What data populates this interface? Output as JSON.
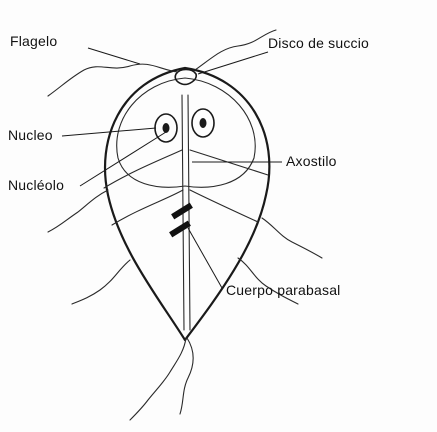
{
  "diagram": {
    "labels": {
      "flagelo": "Flagelo",
      "disco_succion": "Disco de succio",
      "nucleo": "Nucleo",
      "nucleolo": "Nucléolo",
      "axostilo": "Axostilo",
      "cuerpo_parabasal": "Cuerpo parabasal"
    }
  }
}
